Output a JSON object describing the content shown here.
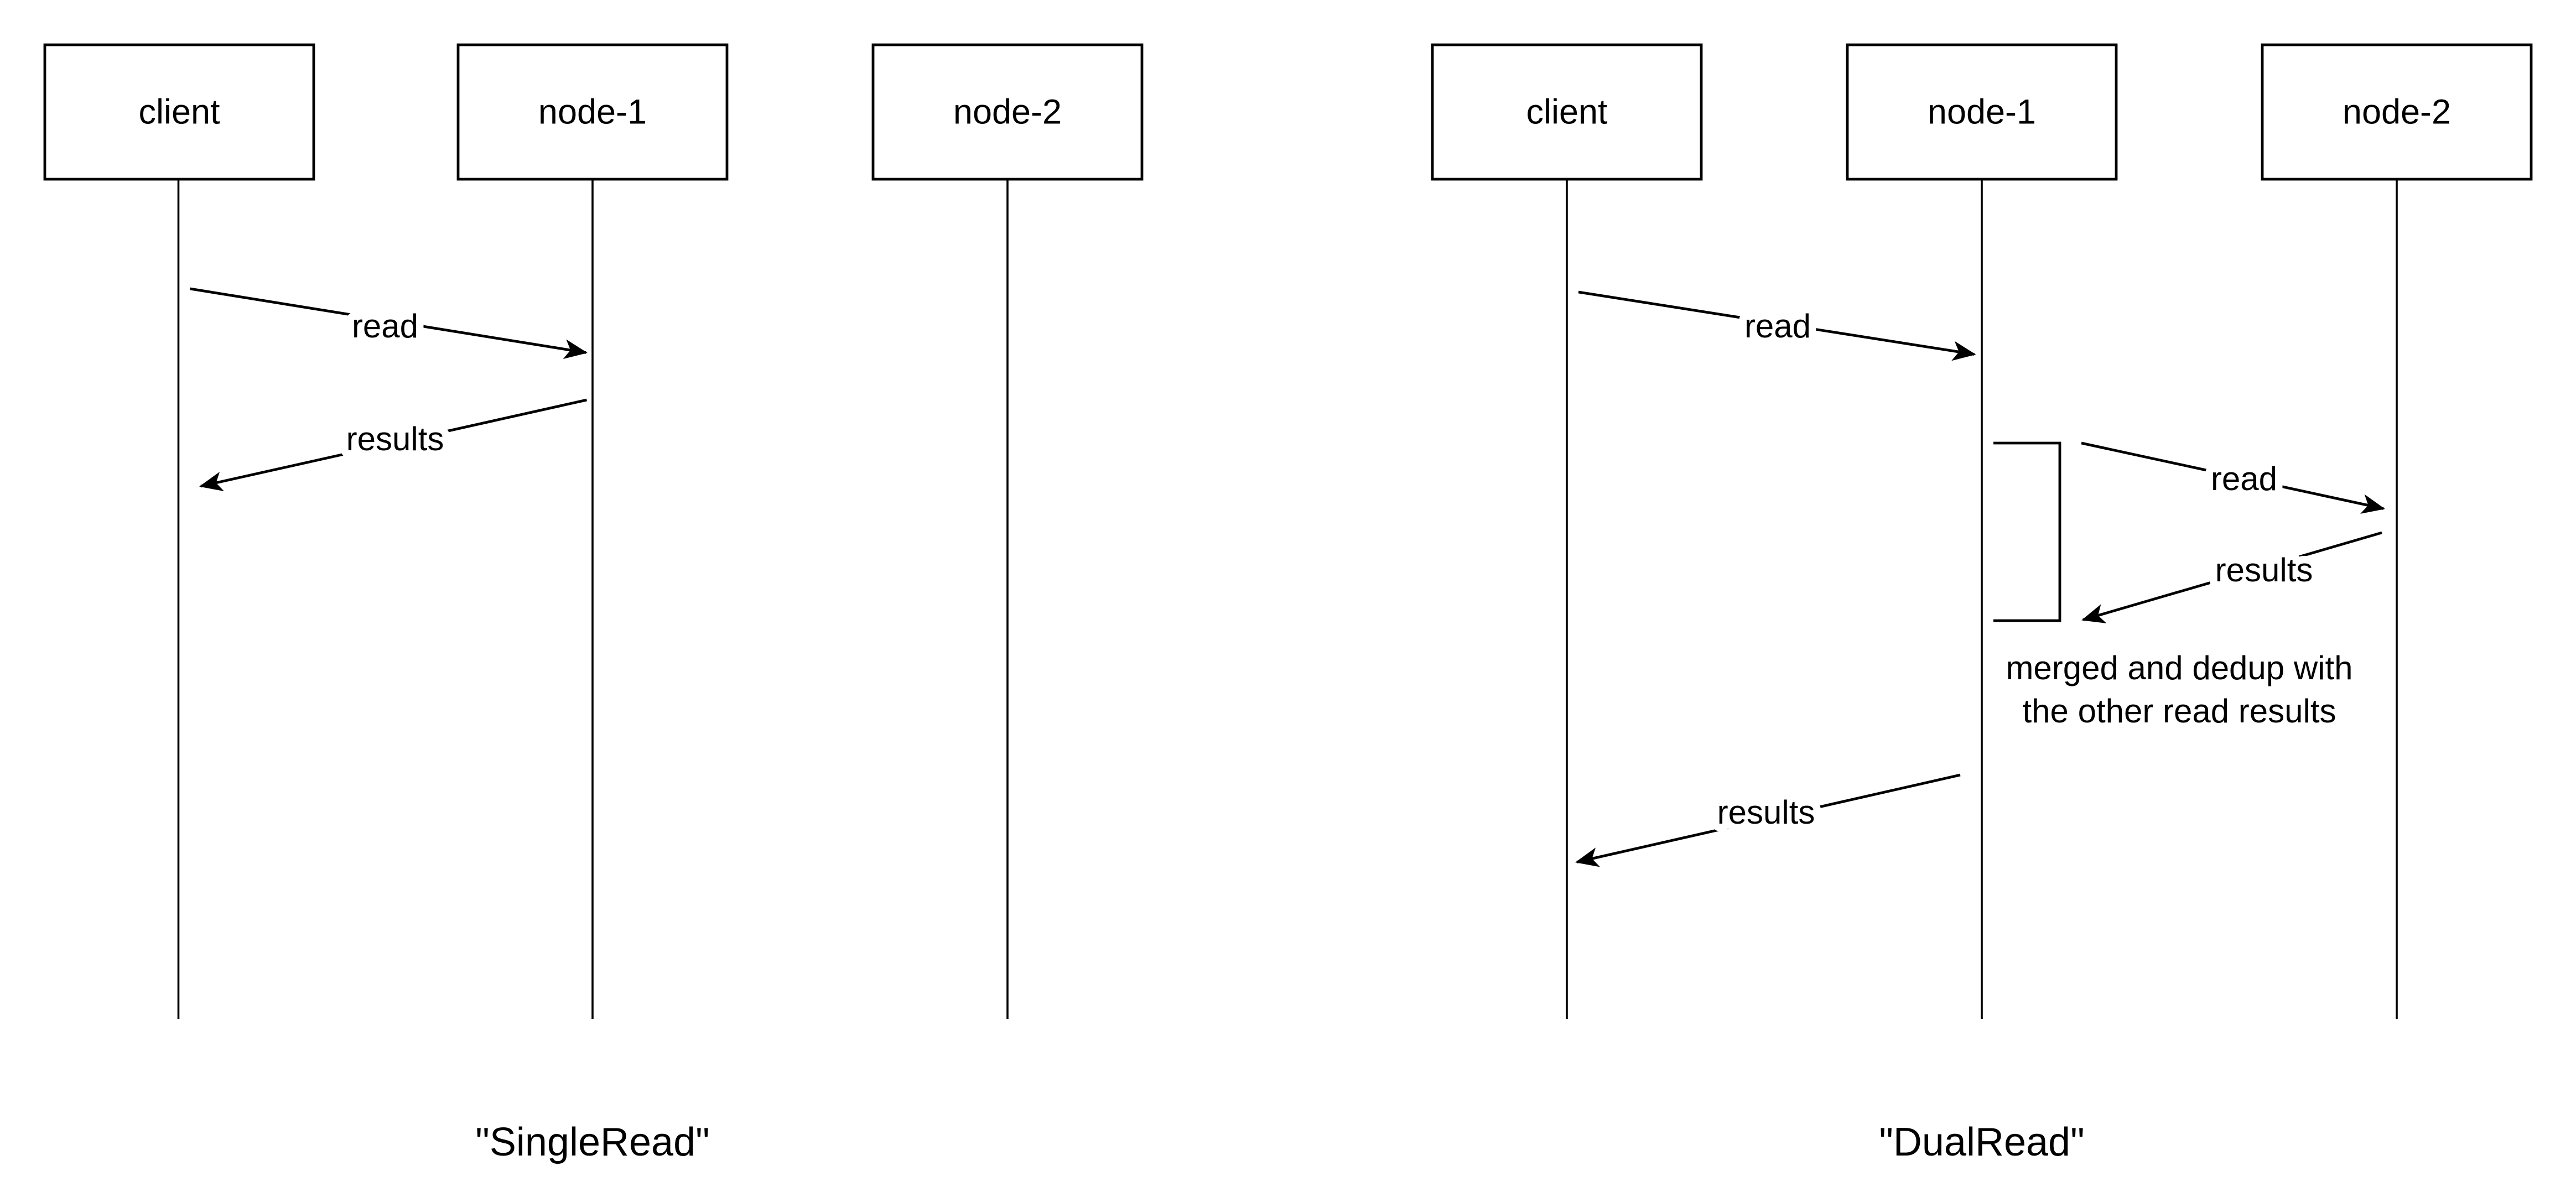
{
  "colors": {
    "background": "#ffffff",
    "ink": "#000000"
  },
  "singleread": {
    "caption": "\"SingleRead\"",
    "actors": {
      "client": "client",
      "node1": "node-1",
      "node2": "node-2"
    },
    "messages": {
      "read_client_node1": "read",
      "results_node1_client": "results"
    }
  },
  "dualread": {
    "caption": "\"DualRead\"",
    "actors": {
      "client": "client",
      "node1": "node-1",
      "node2": "node-2"
    },
    "messages": {
      "read_client_node1": "read",
      "read_node1_node2": "read",
      "results_node2_node1": "results",
      "results_node1_client": "results"
    },
    "note": {
      "line1": "merged and dedup with",
      "line2": "the other read results"
    }
  }
}
